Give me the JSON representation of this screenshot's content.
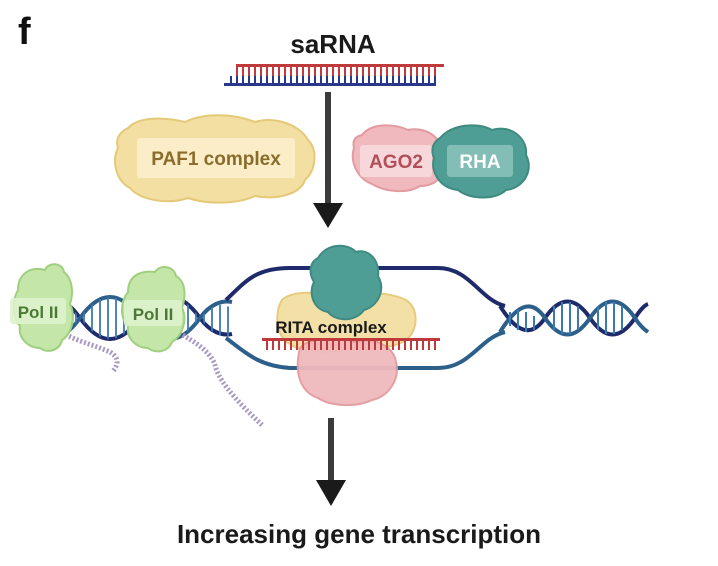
{
  "panel_letter": "f",
  "title": "saRNA",
  "proteins": {
    "paf1": "PAF1 complex",
    "ago2": "AGO2",
    "rha": "RHA",
    "pol2_a": "Pol II",
    "pol2_b": "Pol II",
    "rita": "RITA complex"
  },
  "caption": "Increasing gene transcription",
  "colors": {
    "sarna_red": "#c0393b",
    "sarna_blue": "#27378c",
    "dna_dark": "#1f2a6b",
    "dna_blue": "#2c5f8a",
    "paf1": "#f3dfa2",
    "ago2": "#efb9bd",
    "rha": "#4f9e95",
    "pol2": "#c4e6a8",
    "rna_strand": "#a89ac4",
    "arrow": "#1a1a1a"
  }
}
